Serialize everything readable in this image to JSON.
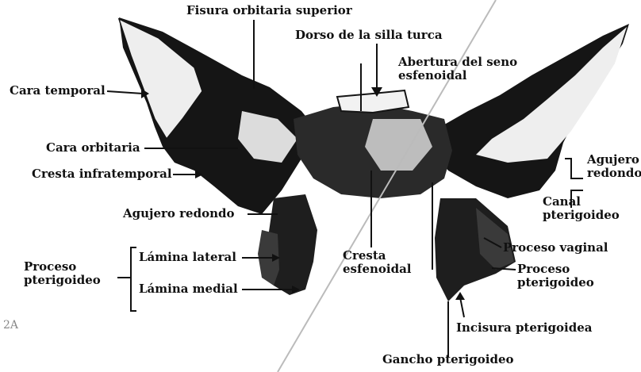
{
  "colors": {
    "bone_dark": "#151515",
    "bone_light": "#e8e8e8",
    "ink": "#111111",
    "background": "#ffffff"
  },
  "labels": {
    "fisura_orbitaria_superior": "Fisura orbitaria superior",
    "dorso_silla_turca": "Dorso de la silla turca",
    "abertura_seno_1": "Abertura del seno",
    "abertura_seno_2": "esfenoidal",
    "cara_temporal": "Cara temporal",
    "cara_orbitaria": "Cara orbitaria",
    "cresta_infratemporal": "Cresta infratemporal",
    "agujero_redondo_left": "Agujero redondo",
    "agujero_redondo_right_1": "Agujero",
    "agujero_redondo_right_2": "redondo",
    "canal_pterigoideo_1": "Canal",
    "canal_pterigoideo_2": "pterigoideo",
    "proceso_pterigoideo_left_1": "Proceso",
    "proceso_pterigoideo_left_2": "pterigoideo",
    "lamina_lateral": "Lámina lateral",
    "lamina_medial": "Lámina medial",
    "cresta_esfenoidal_1": "Cresta",
    "cresta_esfenoidal_2": "esfenoidal",
    "proceso_vaginal": "Proceso vaginal",
    "proceso_pterigoideo_right_1": "Proceso",
    "proceso_pterigoideo_right_2": "pterigoideo",
    "incisura_pterigoidea": "Incisura pterigoidea",
    "gancho_pterigoideo": "Gancho pterigoideo",
    "corner_mark": "2A"
  }
}
